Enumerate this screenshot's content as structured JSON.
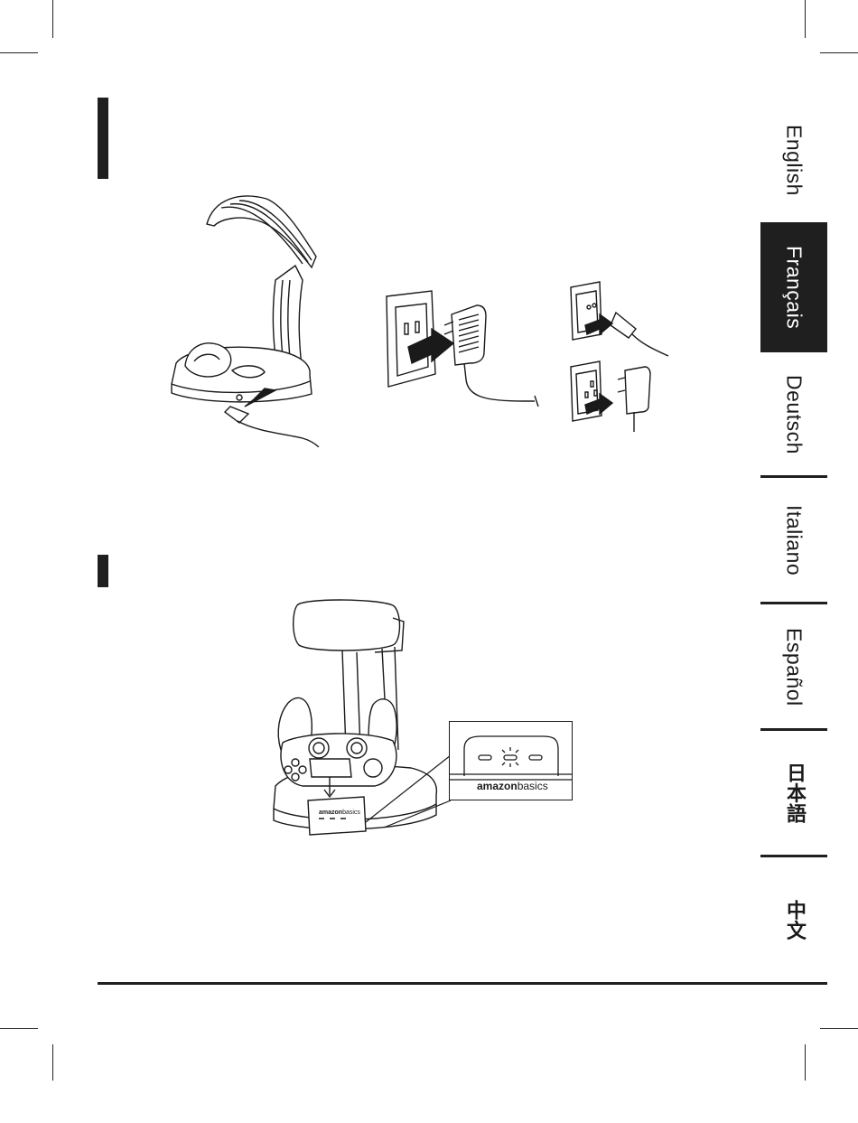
{
  "languages": [
    {
      "label": "English",
      "active": false
    },
    {
      "label": "Français",
      "active": true
    },
    {
      "label": "Deutsch",
      "active": false
    },
    {
      "label": "Italiano",
      "active": false
    },
    {
      "label": "Español",
      "active": false
    },
    {
      "label": "日本語",
      "active": false
    },
    {
      "label": "中文",
      "active": false
    }
  ],
  "brand": {
    "logo_text_amazon": "amazon",
    "logo_text_basics": "basics"
  }
}
